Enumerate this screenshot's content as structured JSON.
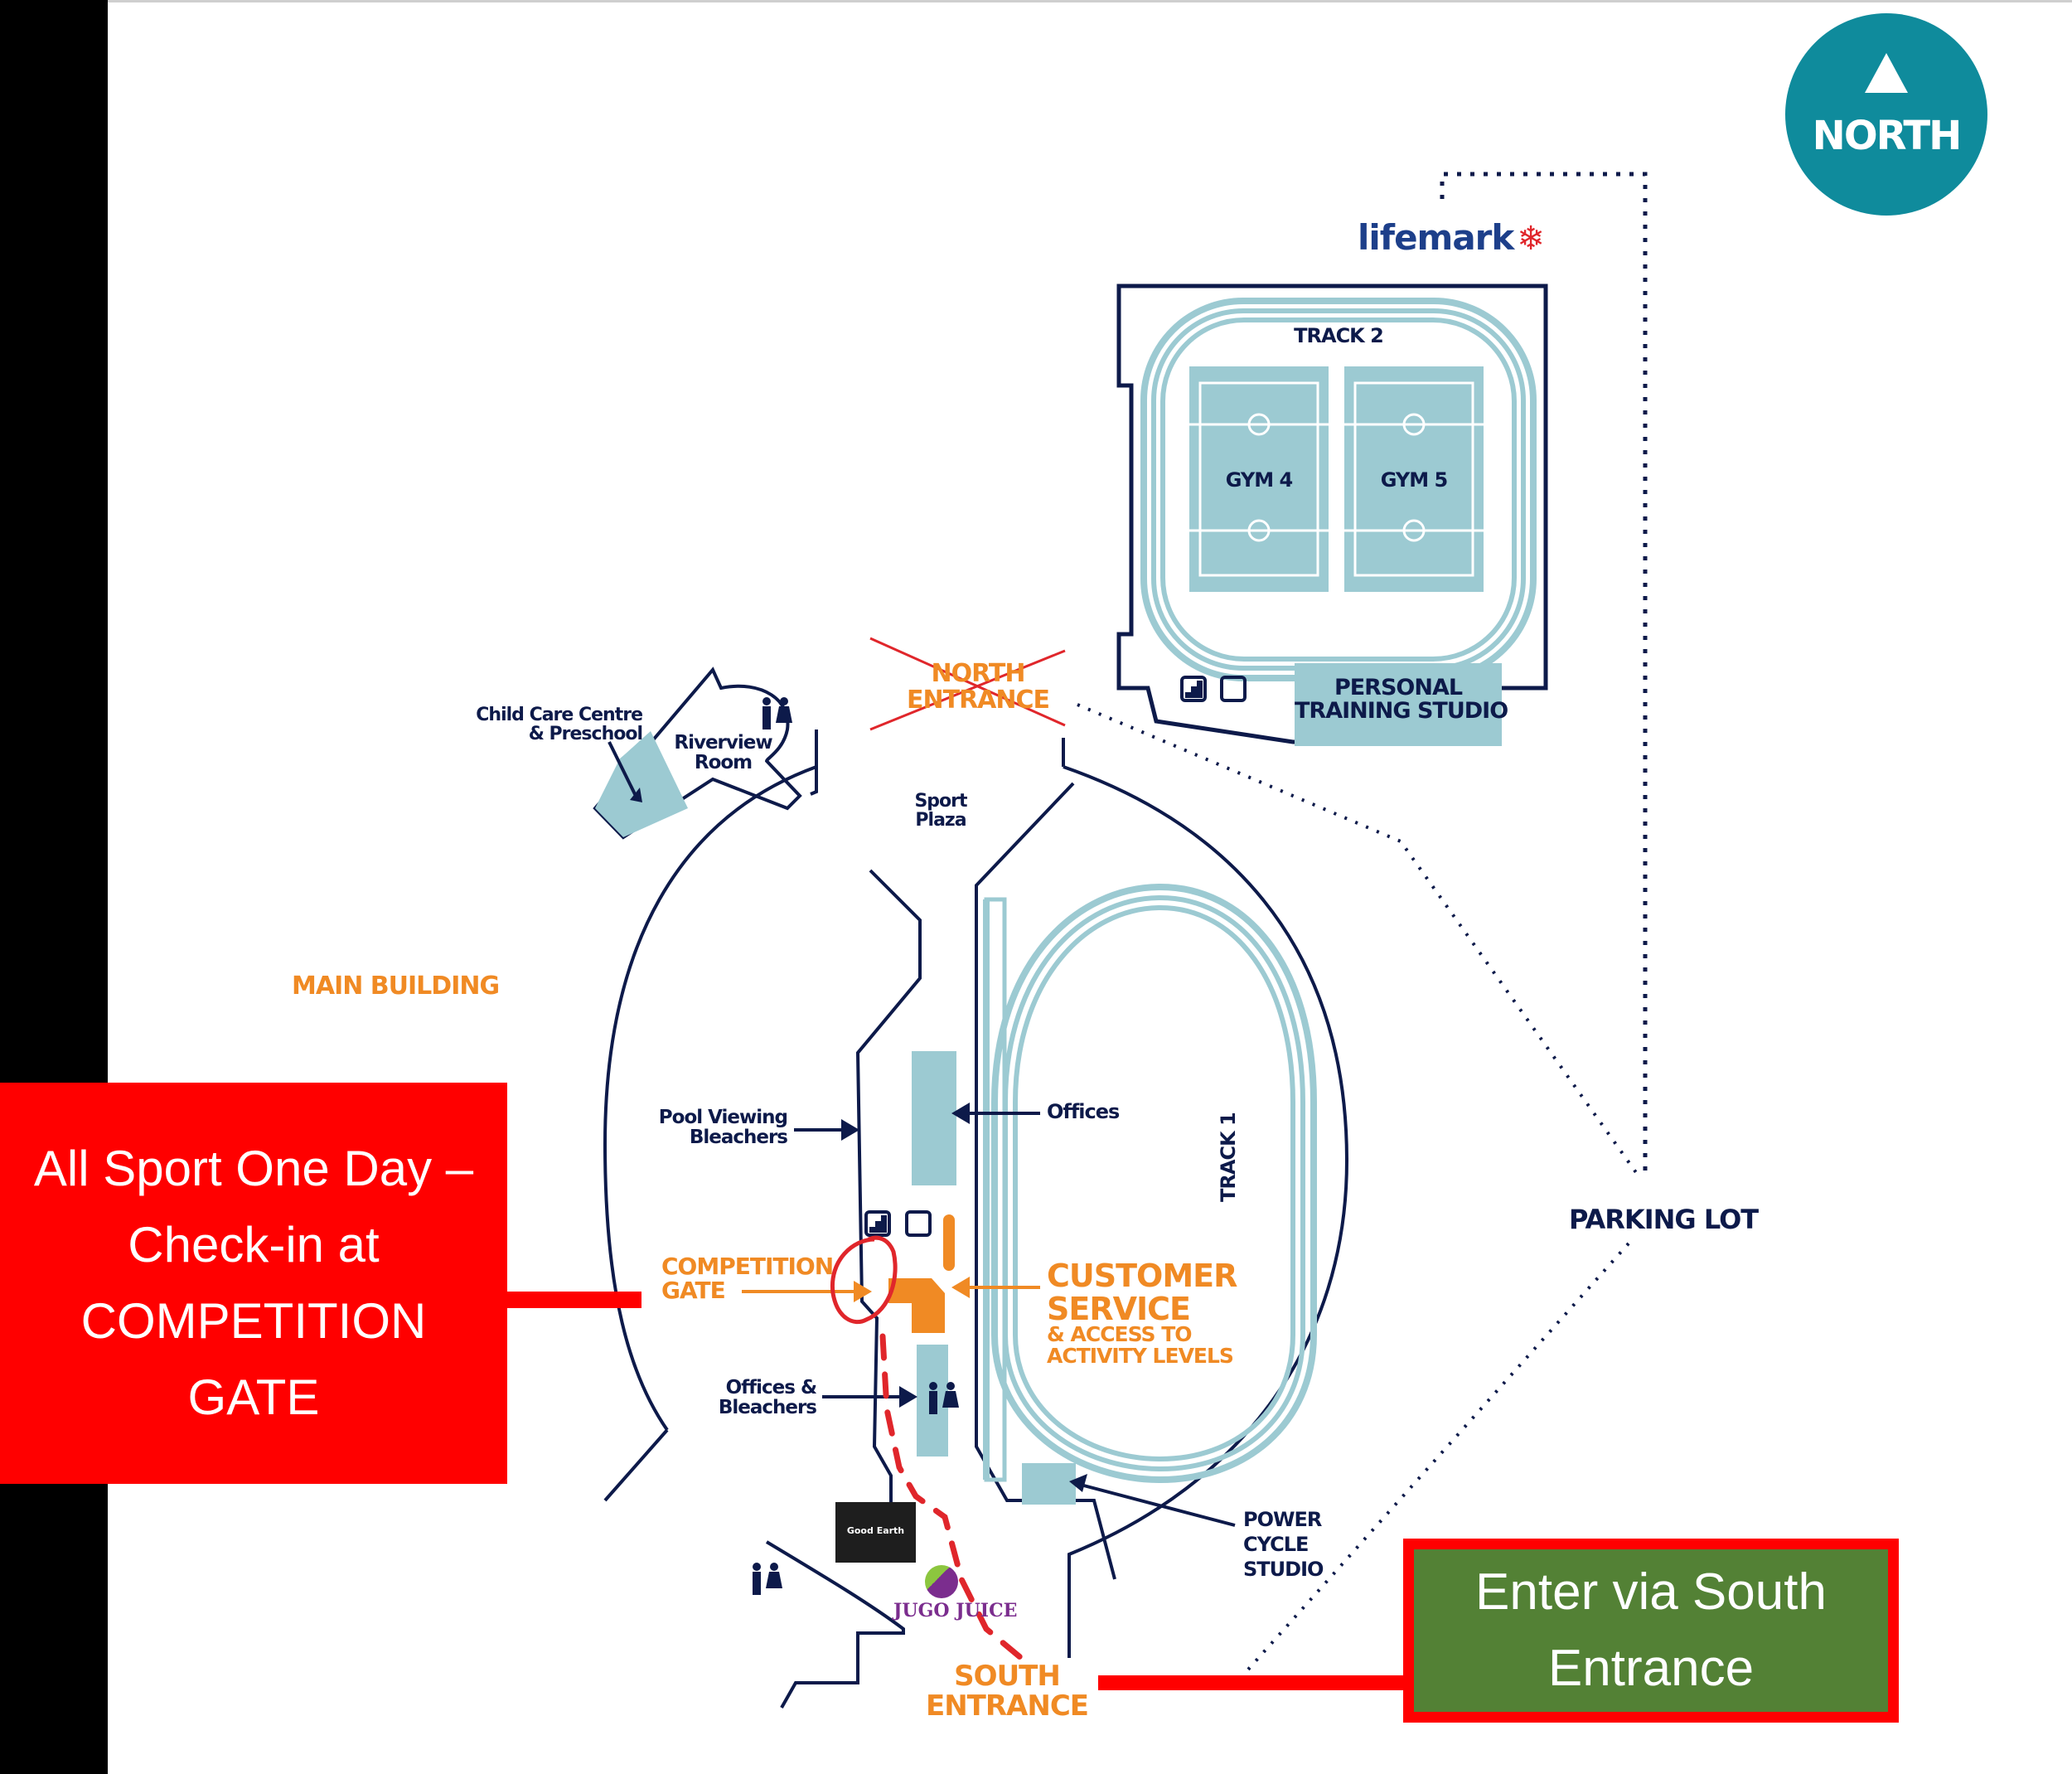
{
  "compass": {
    "icon": "north-arrow-icon",
    "label": "NORTH"
  },
  "brand": {
    "name": "lifemark",
    "icon": "maple-leaf-icon"
  },
  "colors": {
    "navy": "#0d1a4a",
    "orange": "#f08a24",
    "teal_light": "#9ccad2",
    "teal_badge": "#0f8b9c",
    "callout_red": "#ff0000",
    "callout_green": "#538135"
  },
  "labels": {
    "track2": "TRACK 2",
    "gym4": "GYM 4",
    "gym5": "GYM 5",
    "personal_training_line1": "PERSONAL",
    "personal_training_line2": "TRAINING STUDIO",
    "north_entrance_line1": "NORTH",
    "north_entrance_line2": "ENTRANCE",
    "north_entrance_status": "closed",
    "child_care_line1": "Child Care Centre",
    "child_care_line2": "& Preschool",
    "riverview_line1": "Riverview",
    "riverview_line2": "Room",
    "sport_plaza_line1": "Sport",
    "sport_plaza_line2": "Plaza",
    "main_building": "MAIN BUILDING",
    "pool_viewing_line1": "Pool Viewing",
    "pool_viewing_line2": "Bleachers",
    "offices": "Offices",
    "track1": "TRACK 1",
    "parking_lot": "PARKING LOT",
    "competition_gate_line1": "COMPETITION",
    "competition_gate_line2": "GATE",
    "customer_service_line1": "CUSTOMER",
    "customer_service_line2": "SERVICE",
    "customer_service_sub1": "& ACCESS TO",
    "customer_service_sub2": "ACTIVITY LEVELS",
    "offices_bleachers_line1": "Offices &",
    "offices_bleachers_line2": "Bleachers",
    "power_cycle_line1": "POWER",
    "power_cycle_line2": "CYCLE",
    "power_cycle_line3": "STUDIO",
    "south_entrance_line1": "SOUTH",
    "south_entrance_line2": "ENTRANCE",
    "good_earth": "Good Earth",
    "jugo_juice": "JUGO JUICE"
  },
  "icons": {
    "stairs": "stairs-icon",
    "elevator": "elevator-icon",
    "washroom": "washroom-icon"
  },
  "callouts": {
    "checkin": "All Sport One Day – Check-in at COMPETITION GATE",
    "south": "Enter via South Entrance"
  }
}
